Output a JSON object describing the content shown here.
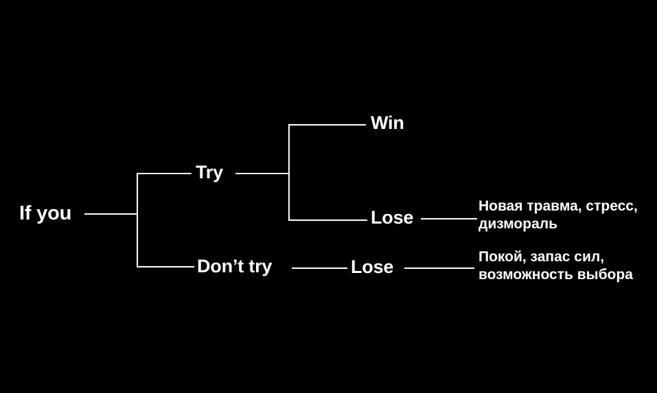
{
  "diagram": {
    "title_text": "If you",
    "background_color": "#000000",
    "line_color": "#ffffff",
    "text_color": "#ffffff",
    "root": {
      "label": "If you"
    },
    "branches": [
      {
        "label": "Try",
        "outcomes": [
          {
            "label": "Win",
            "consequence": ""
          },
          {
            "label": "Lose",
            "consequence": "Новая травма, стресс, дизмораль"
          }
        ]
      },
      {
        "label": "Don't try",
        "outcomes": [
          {
            "label": "Lose",
            "consequence": "Покой, запас сил, возможность выбора"
          }
        ]
      }
    ],
    "nodes": {
      "root": "If you",
      "try": "Try",
      "dont_try": "Don’t try",
      "win": "Win",
      "lose_try": "Lose",
      "lose_dont_try": "Lose"
    },
    "leaves": {
      "lose_try_consequence": "Новая травма, стресс, дизмораль",
      "dont_try_consequence": "Покой, запас сил, возможность выбора"
    }
  }
}
